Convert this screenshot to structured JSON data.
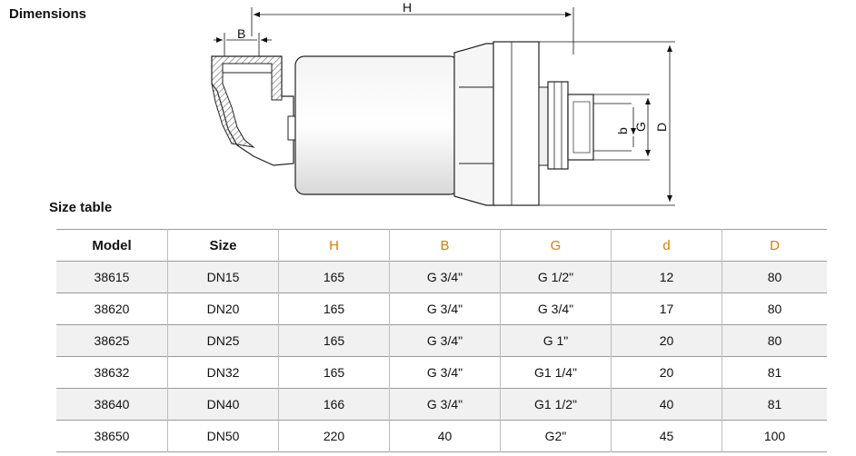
{
  "headings": {
    "dimensions": "Dimensions",
    "size_table": "Size table"
  },
  "drawing_labels": {
    "H": "H",
    "B": "B",
    "b": "b",
    "G": "G",
    "D": "D"
  },
  "colors": {
    "dimension_header": "#e07b00",
    "stripe": "#f1f1f1"
  },
  "table": {
    "headers": [
      "Model",
      "Size",
      "H",
      "B",
      "G",
      "d",
      "D"
    ],
    "rows": [
      [
        "38615",
        "DN15",
        "165",
        "G 3/4\"",
        "G 1/2\"",
        "12",
        "80"
      ],
      [
        "38620",
        "DN20",
        "165",
        "G 3/4\"",
        "G 3/4\"",
        "17",
        "80"
      ],
      [
        "38625",
        "DN25",
        "165",
        "G 3/4\"",
        "G 1\"",
        "20",
        "80"
      ],
      [
        "38632",
        "DN32",
        "165",
        "G 3/4\"",
        "G1 1/4\"",
        "20",
        "81"
      ],
      [
        "38640",
        "DN40",
        "166",
        "G 3/4\"",
        "G1 1/2\"",
        "40",
        "81"
      ],
      [
        "38650",
        "DN50",
        "220",
        "40",
        "G2\"",
        "45",
        "100"
      ]
    ]
  }
}
